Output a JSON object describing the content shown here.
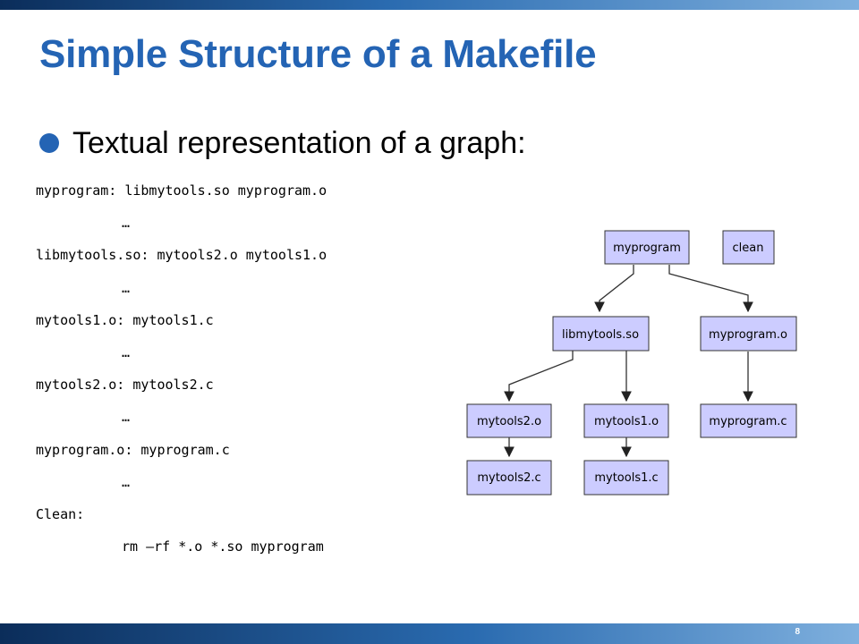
{
  "slide": {
    "title": "Simple Structure of a Makefile",
    "bullet": "Textual representation of a graph:",
    "page_number": "8",
    "code_lines": [
      "myprogram: libmytools.so myprogram.o",
      "…",
      "libmytools.so: mytools2.o mytools1.o",
      "…",
      "mytools1.o: mytools1.c",
      "…",
      "mytools2.o: mytools2.c",
      "…",
      "myprogram.o: myprogram.c",
      "…",
      "Clean:",
      "rm –rf *.o *.so myprogram"
    ]
  },
  "graph": {
    "nodes": {
      "myprogram": "myprogram",
      "clean": "clean",
      "libmytools": "libmytools.so",
      "myprogram_o": "myprogram.o",
      "mytools2_o": "mytools2.o",
      "mytools1_o": "mytools1.o",
      "myprogram_c": "myprogram.c",
      "mytools2_c": "mytools2.c",
      "mytools1_c": "mytools1.c"
    },
    "node_fill": "#ccccff"
  }
}
